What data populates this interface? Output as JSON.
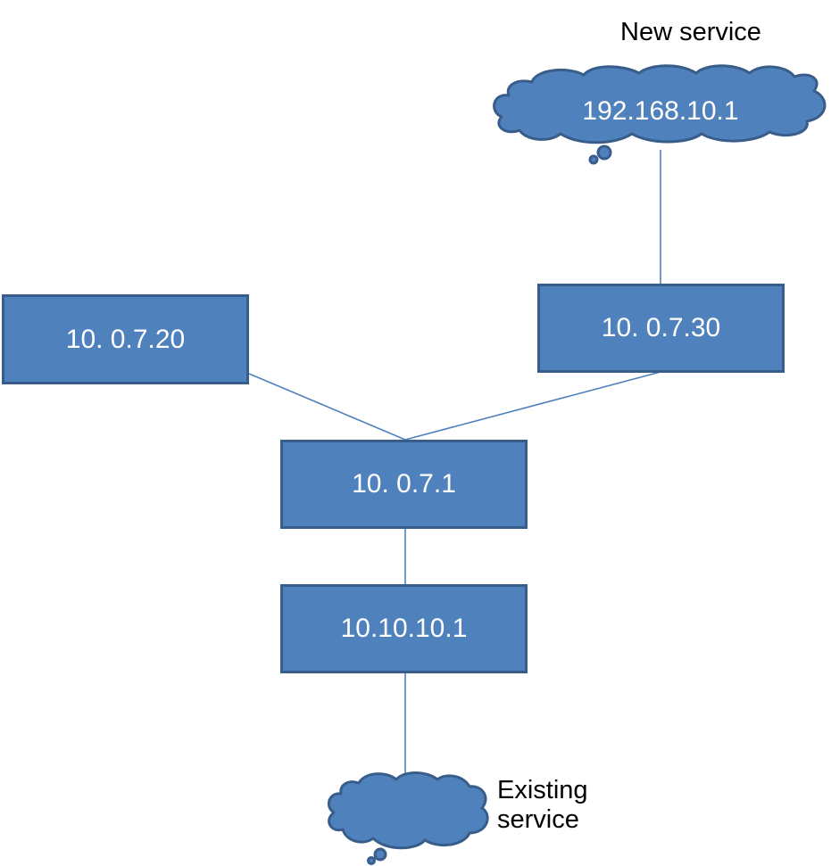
{
  "labels": {
    "new_service": "New service",
    "existing_service_line1": "Existing",
    "existing_service_line2": "service"
  },
  "nodes": {
    "cloud_top": "192.168.10.1",
    "host_20": "10. 0.7.20",
    "host_30": "10. 0.7.30",
    "gateway": "10. 0.7.1",
    "router": "10.10.10.1"
  },
  "colors": {
    "fill": "#4f81bd",
    "stroke": "#385d8a",
    "line": "#4f81bd"
  }
}
